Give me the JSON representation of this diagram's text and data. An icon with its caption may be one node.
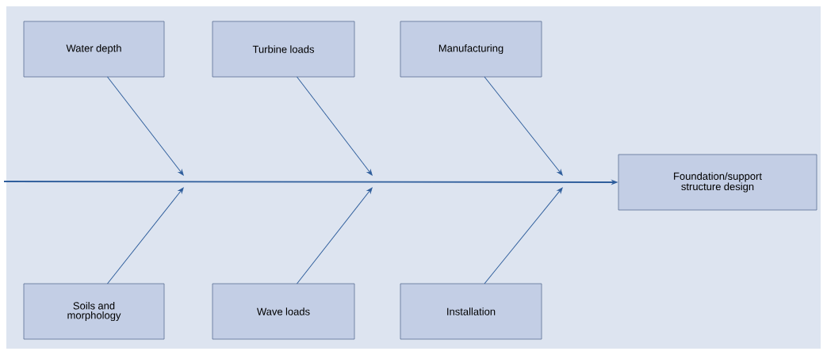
{
  "diagram": {
    "nodes": [
      {
        "text": [
          "Water depth"
        ]
      },
      {
        "text": [
          "Turbine loads"
        ]
      },
      {
        "text": [
          "Manufacturing"
        ]
      },
      {
        "text": [
          "Soils and morphology"
        ]
      },
      {
        "text": [
          "Wave loads"
        ]
      },
      {
        "text": [
          "Installation"
        ]
      },
      {
        "text": [
          "Foundation/support structure design"
        ]
      }
    ],
    "edges": [
      {
        "from": null,
        "to": 6,
        "arrow": "to"
      },
      {
        "from": 0,
        "to": null,
        "arrow": "to"
      },
      {
        "from": 1,
        "to": null,
        "arrow": "to"
      },
      {
        "from": 2,
        "to": null,
        "arrow": "to"
      },
      {
        "from": 3,
        "to": null,
        "arrow": "to"
      },
      {
        "from": 4,
        "to": null,
        "arrow": "to"
      },
      {
        "from": 5,
        "to": null,
        "arrow": "to"
      }
    ]
  }
}
